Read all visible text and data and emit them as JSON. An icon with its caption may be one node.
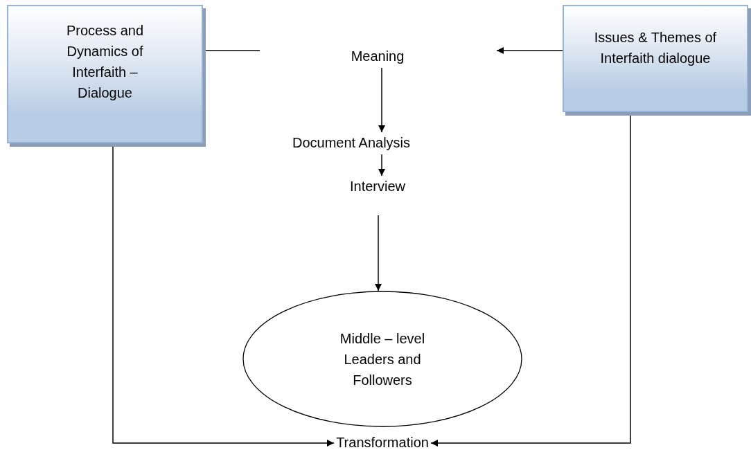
{
  "diagram": {
    "nodes": [
      {
        "text": [
          "Process and Dynamics of Interfaith – Dialogue"
        ]
      },
      {
        "text": [
          "Issues & Themes of Interfaith dialogue"
        ]
      },
      {
        "text": [
          "Meaning"
        ]
      },
      {
        "text": [
          "Document Analysis"
        ]
      },
      {
        "text": [
          "Interview"
        ]
      },
      {
        "text": [
          "Middle – level Leaders and Followers"
        ]
      },
      {
        "text": [
          "Transformation"
        ]
      }
    ],
    "edges": [
      {
        "from": 0,
        "to": null,
        "arrow": "none"
      },
      {
        "from": 1,
        "to": null,
        "arrow": "to"
      },
      {
        "from": 2,
        "to": 3,
        "arrow": "to"
      },
      {
        "from": 3,
        "to": 4,
        "arrow": "to"
      },
      {
        "from": 4,
        "to": 5,
        "arrow": "to"
      },
      {
        "from": 0,
        "to": 6,
        "arrow": "to"
      },
      {
        "from": 1,
        "to": 6,
        "arrow": "to"
      }
    ]
  }
}
